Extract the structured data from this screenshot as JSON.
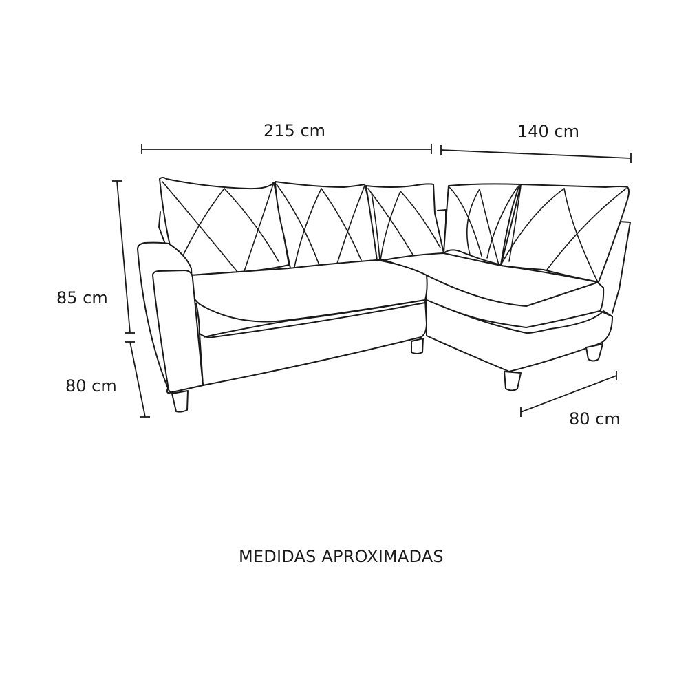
{
  "diagram": {
    "subject": "L-shaped corner sofa line drawing",
    "stroke_color": "#1a1a1a",
    "background": "#ffffff"
  },
  "dimensions": {
    "left_width": "215 cm",
    "right_width": "140 cm",
    "total_height": "85 cm",
    "seat_height_depth": "80 cm",
    "chaise_depth": "80 cm"
  },
  "caption": "MEDIDAS APROXIMADAS"
}
